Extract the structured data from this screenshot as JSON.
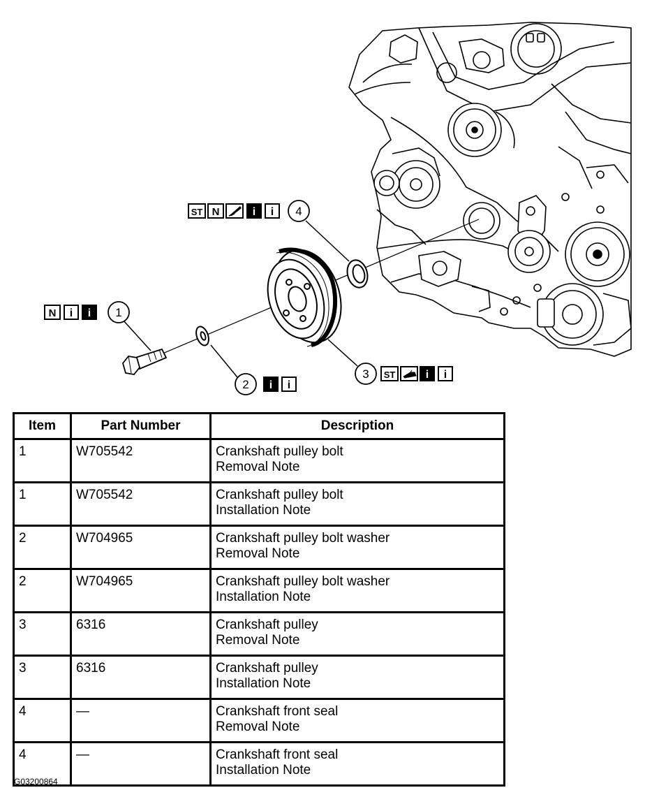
{
  "callouts": {
    "c1": {
      "number": "1",
      "icons": [
        "N",
        "i",
        "i"
      ]
    },
    "c2": {
      "number": "2",
      "icons": [
        "i",
        "i"
      ]
    },
    "c3": {
      "number": "3",
      "icons": [
        "ST",
        "oil-can",
        "i",
        "i"
      ]
    },
    "c4": {
      "number": "4",
      "icons": [
        "ST",
        "N",
        "sealant",
        "i",
        "i"
      ]
    }
  },
  "table": {
    "headers": {
      "item": "Item",
      "part_number": "Part Number",
      "description": "Description"
    },
    "rows": [
      {
        "item": "1",
        "part_number": "W705542",
        "description": "Crankshaft pulley bolt",
        "note": "Removal Note"
      },
      {
        "item": "1",
        "part_number": "W705542",
        "description": "Crankshaft pulley bolt",
        "note": "Installation Note"
      },
      {
        "item": "2",
        "part_number": "W704965",
        "description": "Crankshaft pulley bolt washer",
        "note": "Removal Note"
      },
      {
        "item": "2",
        "part_number": "W704965",
        "description": "Crankshaft pulley bolt washer",
        "note": "Installation Note"
      },
      {
        "item": "3",
        "part_number": "6316",
        "description": "Crankshaft pulley",
        "note": "Removal Note"
      },
      {
        "item": "3",
        "part_number": "6316",
        "description": "Crankshaft pulley",
        "note": "Installation Note"
      },
      {
        "item": "4",
        "part_number": "—",
        "description": "Crankshaft front seal",
        "note": "Removal Note"
      },
      {
        "item": "4",
        "part_number": "—",
        "description": "Crankshaft front seal",
        "note": "Installation Note"
      }
    ]
  },
  "figure_id": "G03200864"
}
